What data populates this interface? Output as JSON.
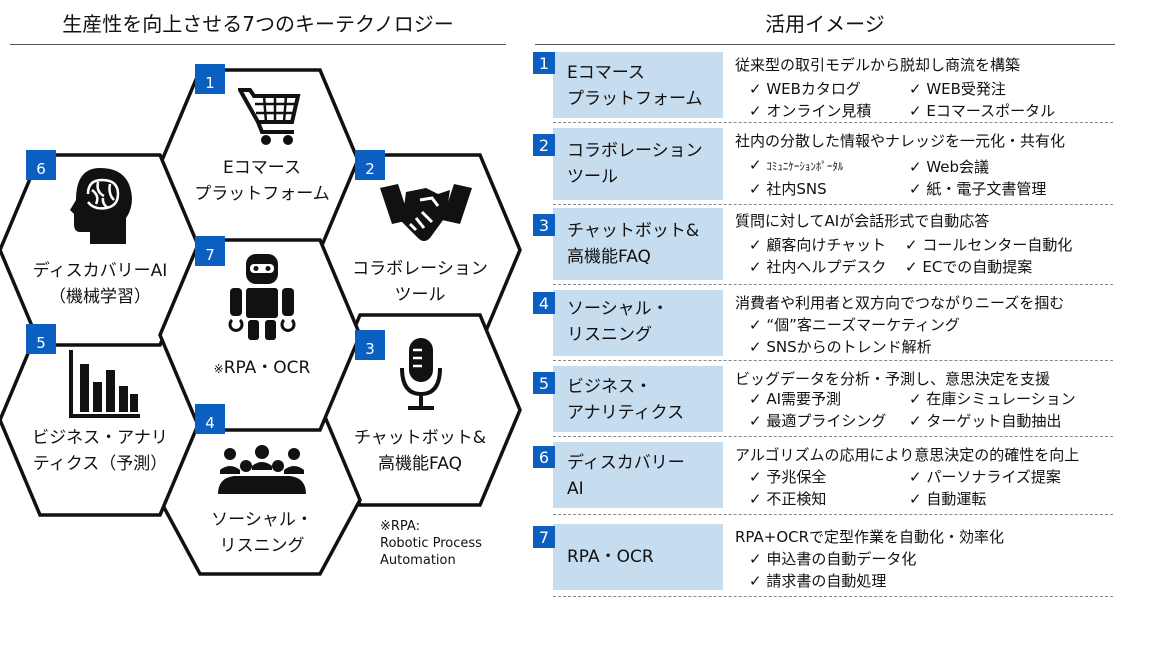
{
  "left_title": "生産性を向上させる7つのキーテクノロジー",
  "right_title": "活用イメージ",
  "hexagons": [
    {
      "num": "1",
      "line1": "Eコマース",
      "line2": "プラットフォーム",
      "icon": "shopping-cart-icon"
    },
    {
      "num": "2",
      "line1": "コラボレーション",
      "line2": "ツール",
      "icon": "handshake-icon"
    },
    {
      "num": "3",
      "line1": "チャットボット&",
      "line2": "高機能FAQ",
      "icon": "microphone-icon"
    },
    {
      "num": "4",
      "line1": "ソーシャル・",
      "line2": "リスニング",
      "icon": "audience-icon"
    },
    {
      "num": "5",
      "line1": "ビジネス・アナリ",
      "line2": "ティクス（予測）",
      "icon": "bar-chart-icon"
    },
    {
      "num": "6",
      "line1": "ディスカバリーAI",
      "line2": "（機械学習）",
      "icon": "brain-head-icon"
    },
    {
      "num": "7",
      "line1": "RPA・OCR",
      "line2": "",
      "mark": "※",
      "icon": "robot-icon"
    }
  ],
  "note": {
    "line1": "※RPA:",
    "line2": "Robotic Process",
    "line3": "Automation"
  },
  "rows": [
    {
      "num": "1",
      "name1": "Eコマース",
      "name2": "プラットフォーム",
      "head": "従来型の取引モデルから脱却し商流を構築",
      "b1": "✓ WEBカタログ",
      "b2": "✓ WEB受発注",
      "b3": "✓ オンライン見積",
      "b4": "✓ Eコマースポータル"
    },
    {
      "num": "2",
      "name1": "コラボレーション",
      "name2": "ツール",
      "head": "社内の分散した情報やナレッジを一元化・共有化",
      "b1_check": "✓ ",
      "b1_small": "ｺﾐｭﾆｹｰｼｮﾝﾎﾟｰﾀﾙ",
      "b2": "✓ Web会議",
      "b3": "✓ 社内SNS",
      "b4": "✓ 紙・電子文書管理"
    },
    {
      "num": "3",
      "name1": "チャットボット&",
      "name2": "高機能FAQ",
      "head": "質問に対してAIが会話形式で自動応答",
      "b1": "✓ 顧客向けチャット",
      "b2": "✓ コールセンター自動化",
      "b3": "✓ 社内ヘルプデスク",
      "b4": "✓ ECでの自動提案"
    },
    {
      "num": "4",
      "name1": "ソーシャル・",
      "name2": "リスニング",
      "head": "消費者や利用者と双方向でつながりニーズを掴む",
      "b1": "✓ “個”客ニーズマーケティング",
      "b3": "✓ SNSからのトレンド解析"
    },
    {
      "num": "5",
      "name1": "ビジネス・",
      "name2": "アナリティクス",
      "head": "ビッグデータを分析・予測し、意思決定を支援",
      "b1": "✓ AI需要予測",
      "b2": "✓ 在庫シミュレーション",
      "b3": "✓ 最適プライシング",
      "b4": "✓ ターゲット自動抽出"
    },
    {
      "num": "6",
      "name1": "ディスカバリー",
      "name2": "AI",
      "head": "アルゴリズムの応用により意思決定の的確性を向上",
      "b1": "✓ 予兆保全",
      "b2": "✓ パーソナライズ提案",
      "b3": "✓ 不正検知",
      "b4": "✓ 自動運転"
    },
    {
      "num": "7",
      "name1": "RPA・OCR",
      "name2": "",
      "head": "RPA+OCRで定型作業を自動化・効率化",
      "b1": "✓ 申込書の自動データ化",
      "b3": "✓ 請求書の自動処理"
    }
  ]
}
